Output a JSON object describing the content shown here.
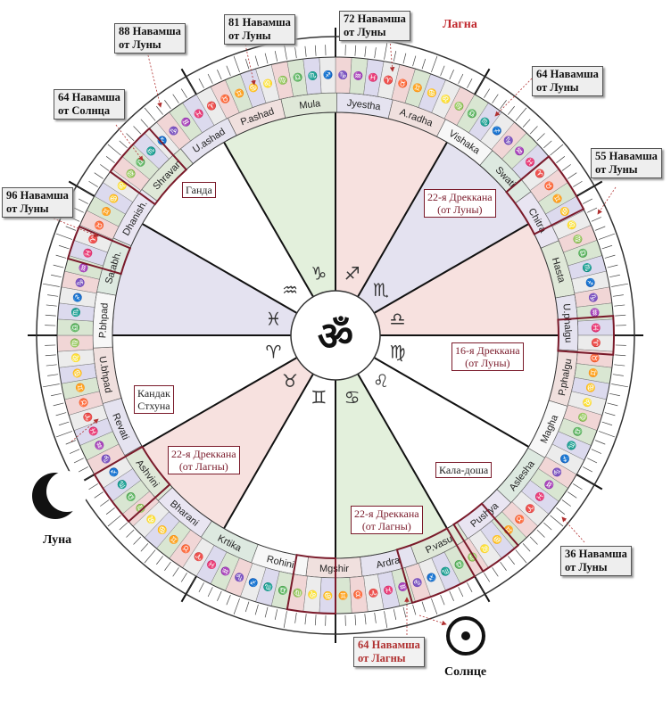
{
  "center_symbol": "ॐ",
  "zodiac_signs": [
    {
      "glyph": "♑",
      "name": "capricorn"
    },
    {
      "glyph": "♒",
      "name": "aquarius"
    },
    {
      "glyph": "♓",
      "name": "pisces"
    },
    {
      "glyph": "♈",
      "name": "aries"
    },
    {
      "glyph": "♉",
      "name": "taurus"
    },
    {
      "glyph": "♊",
      "name": "gemini"
    },
    {
      "glyph": "♋",
      "name": "cancer"
    },
    {
      "glyph": "♌",
      "name": "leo"
    },
    {
      "glyph": "♍",
      "name": "virgo"
    },
    {
      "glyph": "♎",
      "name": "libra"
    },
    {
      "glyph": "♏",
      "name": "scorpio"
    },
    {
      "glyph": "♐",
      "name": "sagittarius"
    }
  ],
  "nakshatras": [
    "Mula",
    "Jyestha",
    "A.radha",
    "Vishaka",
    "Swati",
    "Chitra",
    "Hasta",
    "U.phalgu",
    "P.phalgu",
    "Magha",
    "Aslesha",
    "Pushya",
    "P.vasu",
    "Ardra",
    "Mgshir",
    "Rohini",
    "Krtika",
    "Bharani",
    "Ashvini",
    "Revati",
    "U.bhpad",
    "P.bhpad",
    "Satabh.",
    "Dhanish.",
    "Shravan",
    "U.ashad",
    "P.ashad"
  ],
  "callouts": {
    "nav88_moon": "88 Навамша\nот Луны",
    "nav81_moon": "81 Навамша\nот Луны",
    "nav72_moon": "72 Навамша\nот Луны",
    "nav64_moon": "64 Навамша\nот Луны",
    "nav64_sun": "64 Навамша\nот Солнца",
    "nav55_moon": "55 Навамша\nот Луны",
    "nav96_moon": "96 Навамша\nот Луны",
    "nav36_moon": "36 Навамша\nот Луны",
    "nav64_lagna": "64 Навамша\nот Лагны"
  },
  "labels": {
    "lagna": "Лагна",
    "ganda": "Ганда",
    "drekkana22_moon": "22-я Дреккана\n(от Луны)",
    "drekkana16_moon": "16-я Дреккана\n(от Луны)",
    "kandak": "Кандак\nСтхуна",
    "drekkana22_lagna_left": "22-я Дреккана\n(от Лагны)",
    "kala_dosha": "Кала-доша",
    "drekkana22_lagna_bottom": "22-я Дреккана\n(от Лагны)",
    "moon": "Луна",
    "sun": "Солнце"
  },
  "colors": {
    "accent_dark_red": "#7a1a2a",
    "lagna_red": "#c0282d",
    "sector_pink": "#f7e1df",
    "sector_lavender": "#e4e2f0",
    "sector_green": "#e3f0dc",
    "sector_white": "#ffffff"
  }
}
